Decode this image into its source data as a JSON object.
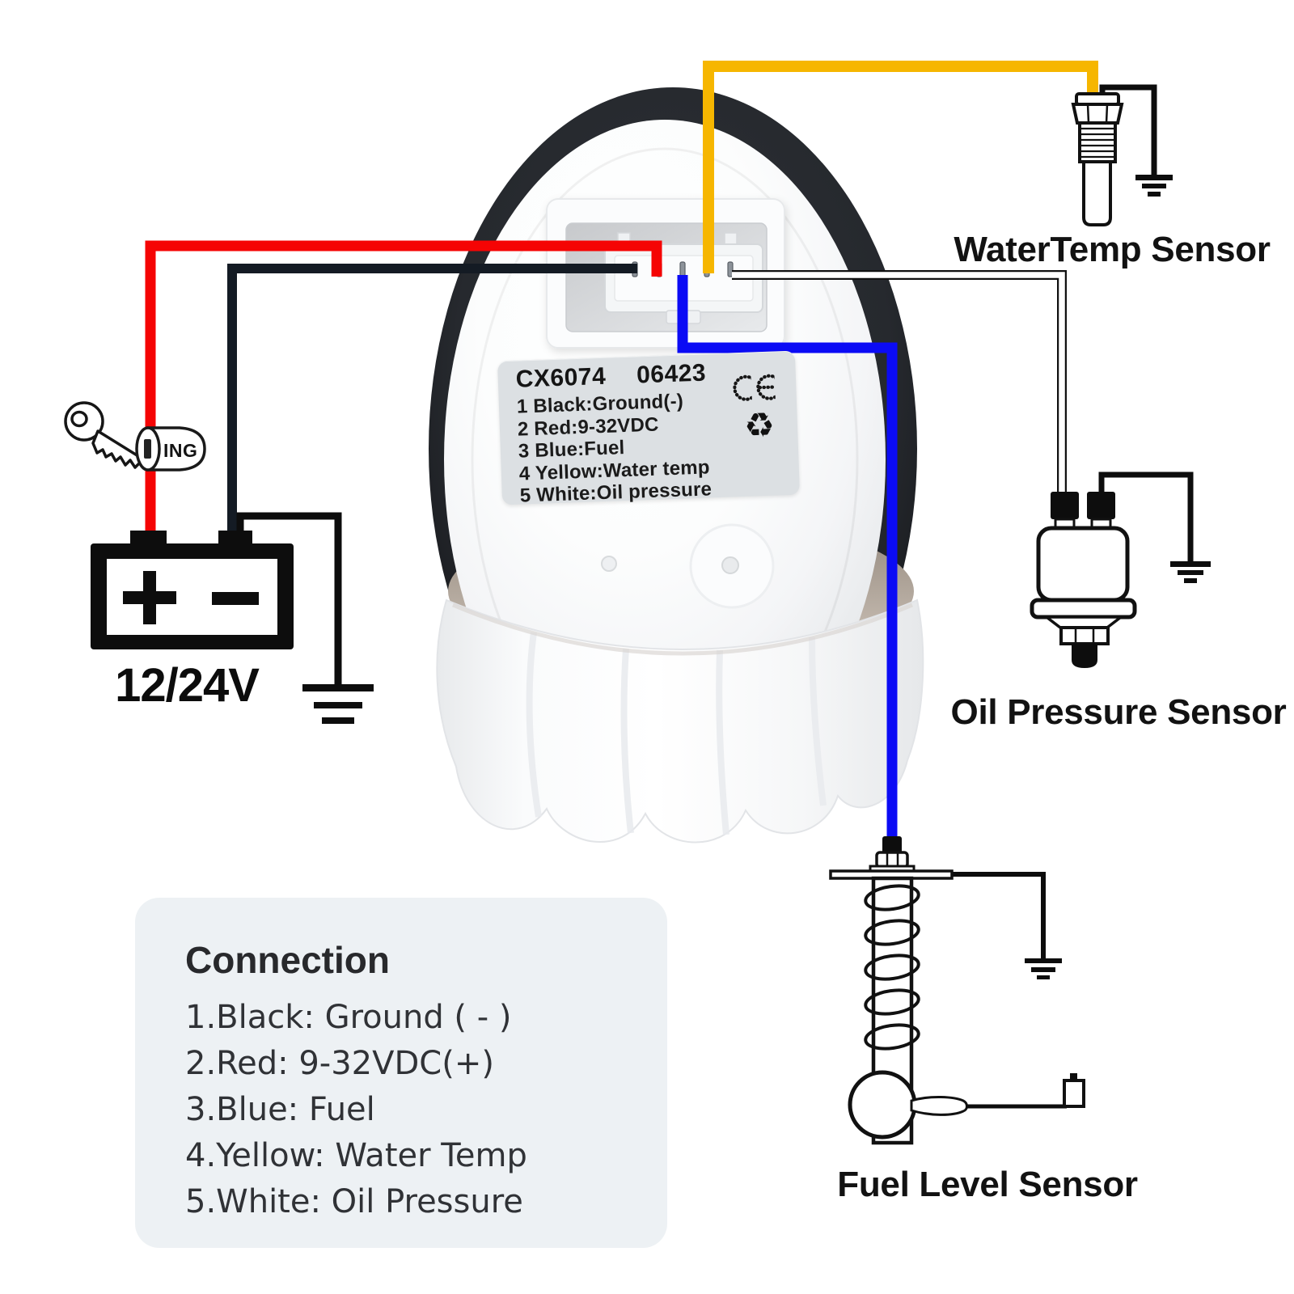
{
  "gauge": {
    "plate": {
      "model": "CX6074",
      "code": "06423",
      "pins": [
        "1 Black:Ground(-)",
        "2 Red:9-32VDC",
        "3 Blue:Fuel",
        "4 Yellow:Water temp",
        "5 White:Oil pressure"
      ]
    },
    "connector_pin_count": 5
  },
  "power": {
    "voltage": "12/24V",
    "ignition": "ING",
    "plus_label": "+",
    "minus_label": "-"
  },
  "sensors": {
    "water_temp": "WaterTemp Sensor",
    "oil_pressure": "Oil Pressure Sensor",
    "fuel_level": "Fuel Level Sensor"
  },
  "legend": {
    "title": "Connection",
    "items": [
      "1.Black:  Ground ( - )",
      "2.Red: 9-32VDC(+)",
      "3.Blue:  Fuel",
      "4.Yellow:  Water Temp",
      "5.White: Oil Pressure"
    ]
  },
  "icons": {
    "recycle": "♻"
  },
  "colors": {
    "wire_red": "#f50404",
    "wire_black": "#141b24",
    "wire_blue": "#0b0bf5",
    "wire_yellow": "#f6b600",
    "wire_white": "#ffffff",
    "legend_bg": "#edf1f4",
    "plate_bg": "#dce0e3"
  }
}
